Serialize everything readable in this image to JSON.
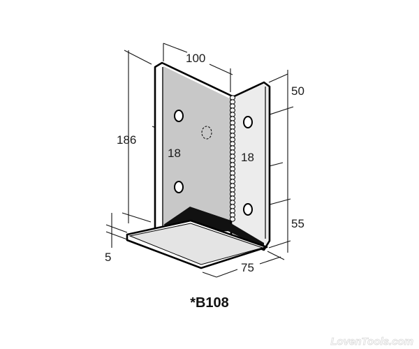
{
  "part_code": "*B108",
  "dimensions": {
    "width": "100",
    "height": "186",
    "hole_left": "18",
    "hole_right": "18",
    "top_offset": "50",
    "bottom_offset": "55",
    "thickness": "5",
    "depth": "75"
  },
  "colors": {
    "left_plate": "#c8c8c8",
    "right_plate": "#ececec",
    "base_plate": "#e4e4e4",
    "outline": "#000000"
  },
  "watermark": "LovenTools.com"
}
